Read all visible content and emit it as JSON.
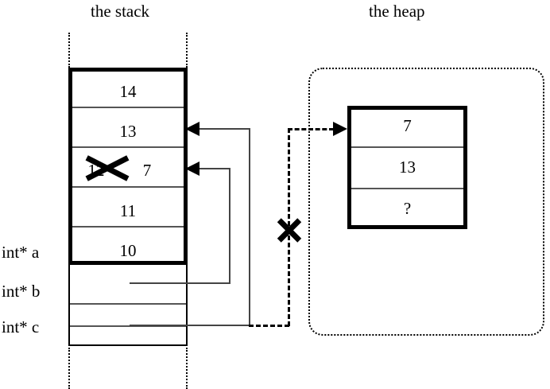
{
  "titles": {
    "stack": "the stack",
    "heap": "the heap"
  },
  "stack": {
    "cells": [
      {
        "value": "14",
        "struck": false,
        "extra": ""
      },
      {
        "value": "13",
        "struck": false,
        "extra": ""
      },
      {
        "value": "12",
        "struck": true,
        "extra": "7"
      },
      {
        "value": "11",
        "struck": false,
        "extra": ""
      },
      {
        "value": "10",
        "struck": false,
        "extra": ""
      }
    ],
    "variables": [
      {
        "label": "int* a"
      },
      {
        "label": "int* b"
      },
      {
        "label": "int* c"
      }
    ]
  },
  "heap": {
    "cells": [
      {
        "value": "7"
      },
      {
        "value": "13"
      },
      {
        "value": "?"
      }
    ]
  },
  "annotations": {
    "struck_value_label": "12",
    "new_value_label": "7",
    "broken_pointer_mark": "X",
    "struck_cell_mark": "X"
  },
  "colors": {
    "ink": "#000000",
    "line": "#444444",
    "separator": "#555555",
    "background": "#ffffff"
  }
}
